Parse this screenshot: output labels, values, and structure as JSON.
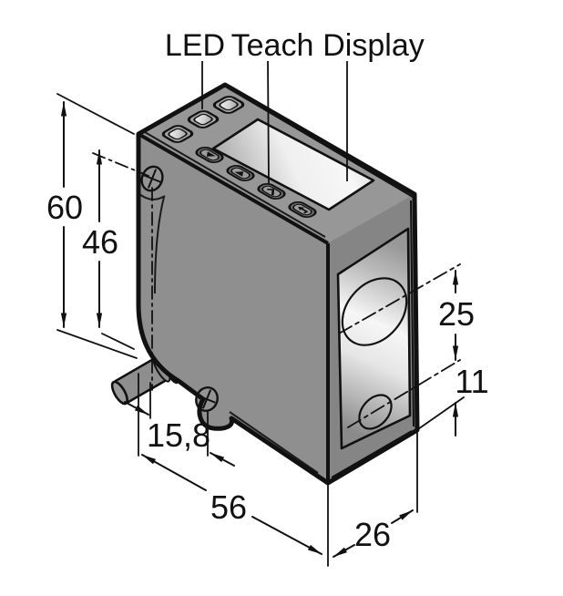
{
  "figure": {
    "type": "isometric technical dimension drawing",
    "subject": "photoelectric sensor with LED indicators, teach buttons, display, lens window, cable and mounting screws"
  },
  "callouts": {
    "led": "LED",
    "teach": "Teach",
    "display": "Display"
  },
  "dims": {
    "overall_height": "60",
    "upper": "46",
    "offset": "15,8",
    "width": "56",
    "depth": "26",
    "lens_spacing": "25",
    "lower_lens": "11"
  },
  "icons": [
    "led-dome-button",
    "down-triangle-button",
    "up-triangle-button",
    "check-teach-button",
    "return-arrow-button",
    "phillips-screw",
    "emitter-lens",
    "receiver-lens"
  ],
  "colors": {
    "body_gray": "#8F8F8F",
    "top_face": "#979797",
    "side_face": "#858585",
    "outline": "#111111",
    "window_highlight": "#F5F5F5",
    "background": "#FFFFFF"
  }
}
